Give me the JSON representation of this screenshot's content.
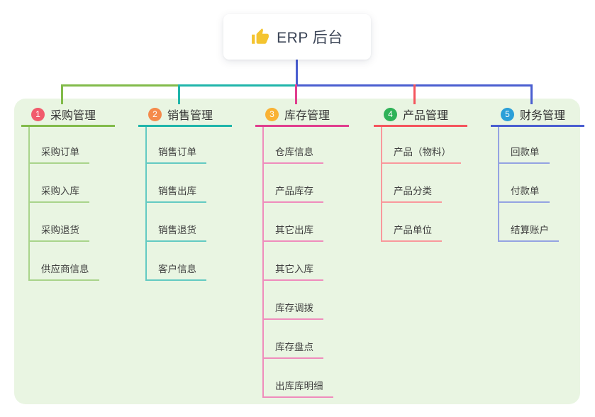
{
  "canvas": {
    "background": "#ffffff",
    "panel_background": "#e9f5e2"
  },
  "root": {
    "label": "ERP 后台",
    "icon": "thumbs-up-icon",
    "icon_color": "#f4c430",
    "line_color": "#4a5ed0"
  },
  "branches": [
    {
      "num": "1",
      "label": "采购管理",
      "badge_color": "#f15b6c",
      "line_color": "#82bb4a",
      "light_line_color": "#a9d48b",
      "children": [
        "采购订单",
        "采购入库",
        "采购退货",
        "供应商信息"
      ]
    },
    {
      "num": "2",
      "label": "销售管理",
      "badge_color": "#f58a4b",
      "line_color": "#1fb5aa",
      "light_line_color": "#63cac2",
      "children": [
        "销售订单",
        "销售出库",
        "销售退货",
        "客户信息"
      ]
    },
    {
      "num": "3",
      "label": "库存管理",
      "badge_color": "#f9b234",
      "line_color": "#e03e8e",
      "light_line_color": "#ef8cbc",
      "children": [
        "仓库信息",
        "产品库存",
        "其它出库",
        "其它入库",
        "库存调拨",
        "库存盘点",
        "出库库明细"
      ]
    },
    {
      "num": "4",
      "label": "产品管理",
      "badge_color": "#2fb258",
      "line_color": "#f4555d",
      "light_line_color": "#f9989c",
      "children": [
        "产品（物料）",
        "产品分类",
        "产品单位"
      ]
    },
    {
      "num": "5",
      "label": "财务管理",
      "badge_color": "#2b9fd8",
      "line_color": "#4a5ed0",
      "light_line_color": "#94a3e2",
      "children": [
        "回款单",
        "付款单",
        "结算账户"
      ]
    }
  ]
}
